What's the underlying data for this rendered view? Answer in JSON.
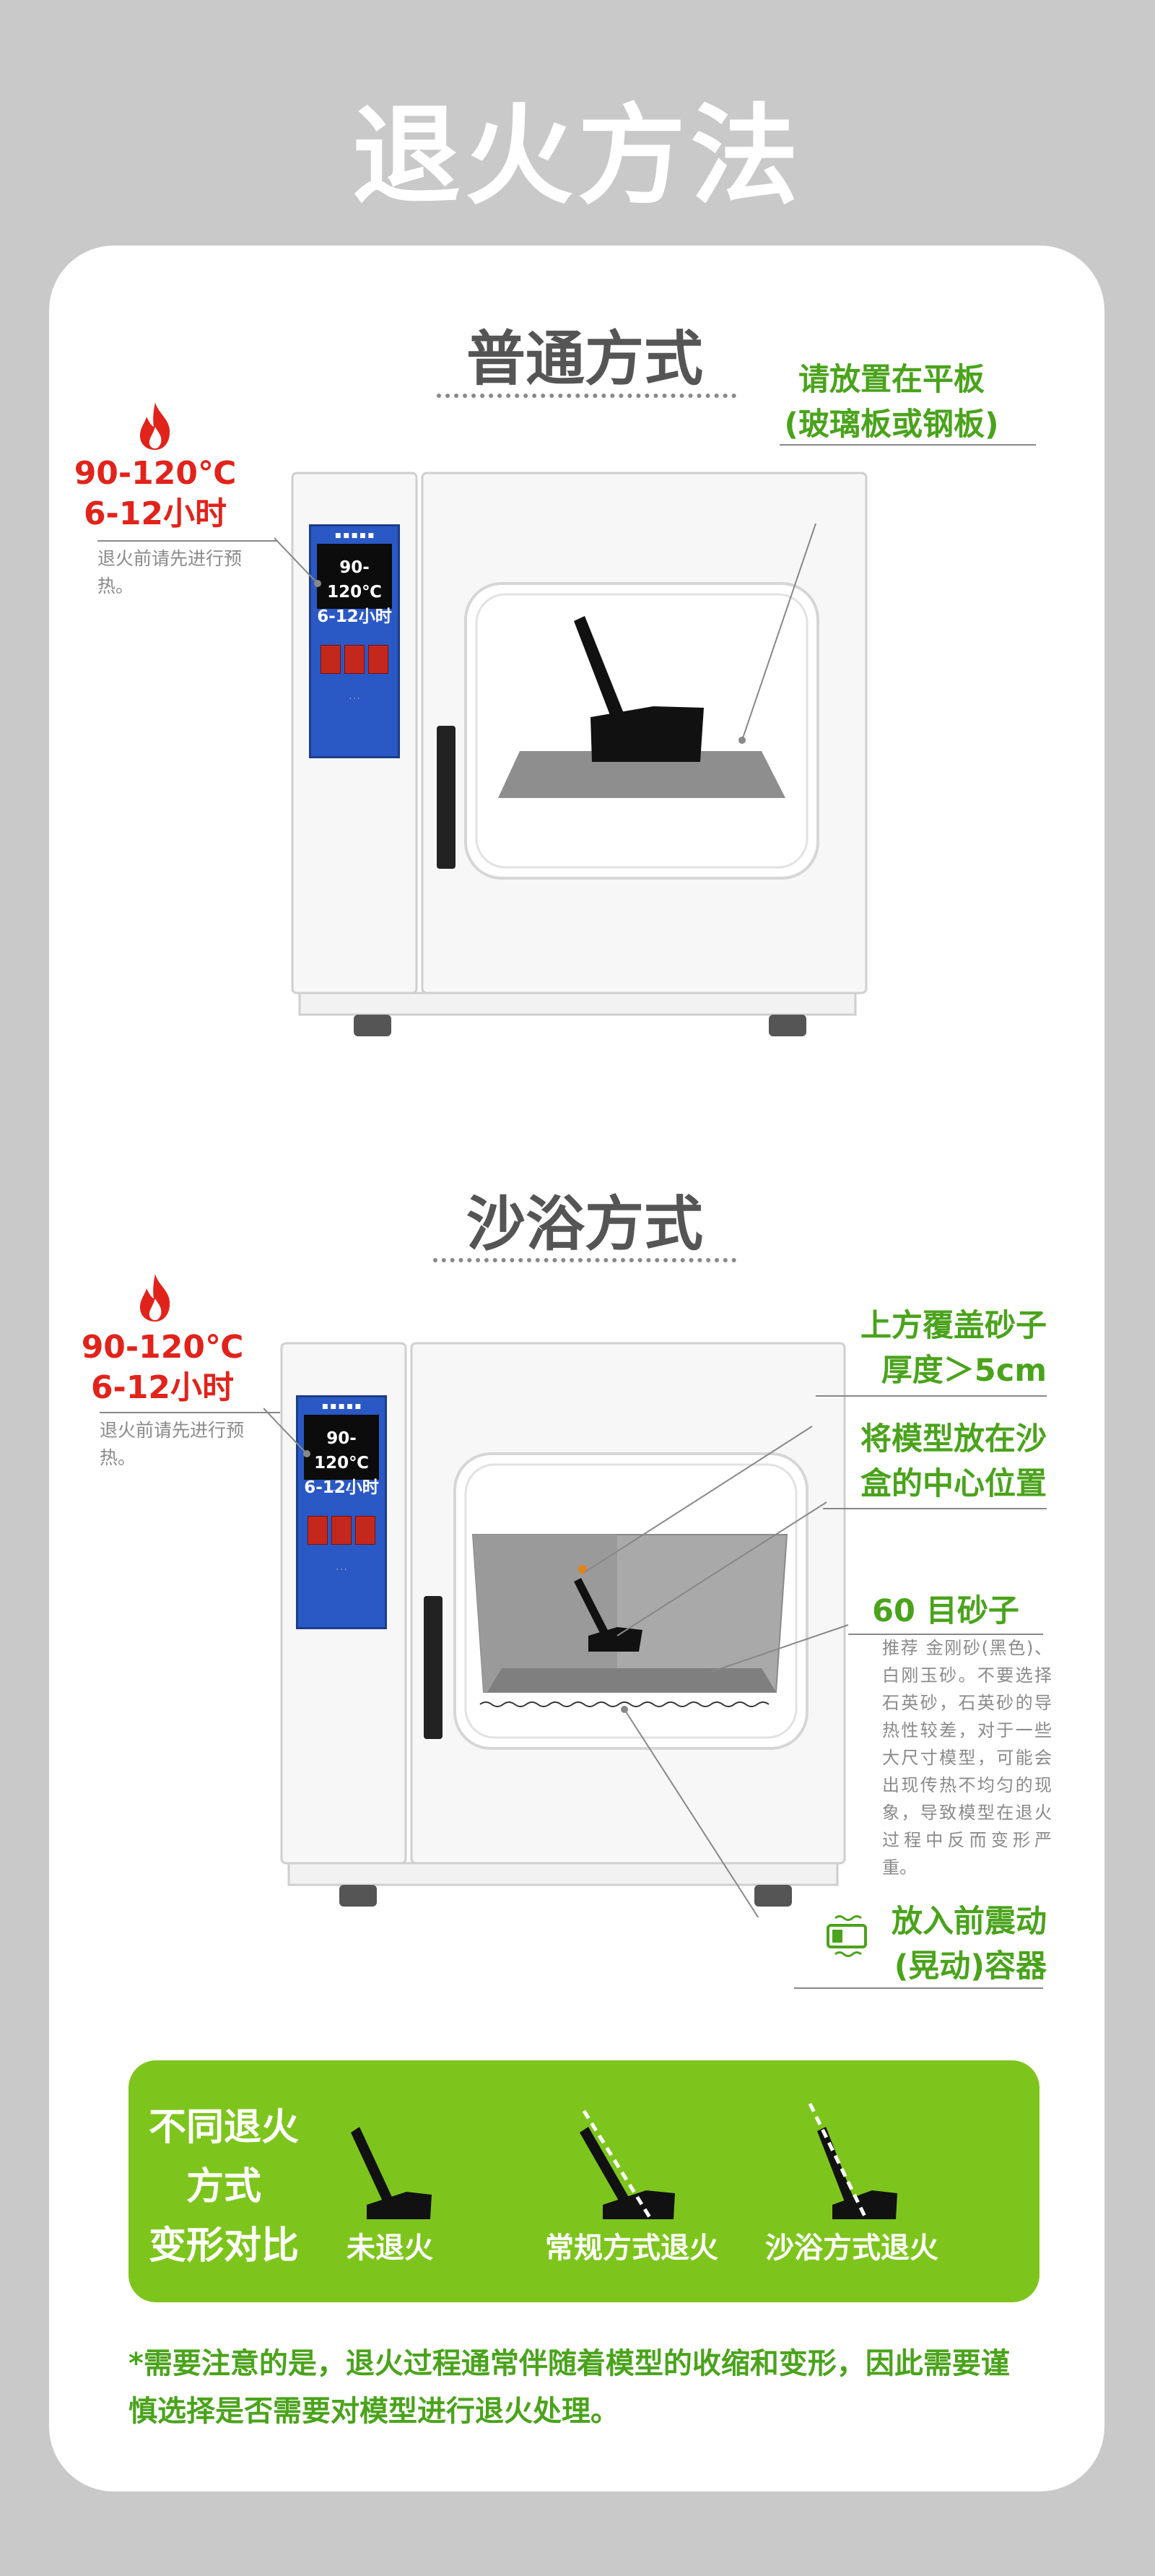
{
  "page_title": "退火方法",
  "colors": {
    "background": "#c9c9c9",
    "card": "#ffffff",
    "accent_green": "#7dc51c",
    "text_green": "#4aa31b",
    "warning_red": "#e1231b",
    "panel_blue": "#2a58c4"
  },
  "section1": {
    "title": "普通方式",
    "temp_icon": "fire-icon",
    "temp": "90-120℃",
    "time": "6-12小时",
    "preheat_note": "退火前请先进行预热。",
    "callout_line1": "请放置在平板",
    "callout_line2": "(玻璃板或钢板)",
    "display_line1": "90-120℃",
    "display_line2": "6-12小时"
  },
  "section2": {
    "title": "沙浴方式",
    "temp_icon": "fire-icon",
    "temp": "90-120℃",
    "time": "6-12小时",
    "preheat_note": "退火前请先进行预热。",
    "display_line1": "90-120℃",
    "display_line2": "6-12小时",
    "callout_cover_line1": "上方覆盖砂子",
    "callout_cover_line2": "厚度＞5cm",
    "callout_center_line1": "将模型放在沙",
    "callout_center_line2": "盒的中心位置",
    "callout_sand_title": "60 目砂子",
    "sand_note": "推荐 金刚砂(黑色)、白刚玉砂。不要选择石英砂，石英砂的导热性较差，对于一些大尺寸模型，可能会出现传热不均匀的现象，导致模型在退火过程中反而变形严重。",
    "vibrate_icon": "vibration-icon",
    "callout_vibrate_line1": "放入前震动",
    "callout_vibrate_line2": "(晃动)容器"
  },
  "compare": {
    "title_line1": "不同退火",
    "title_line2": "方式",
    "title_line3": "变形对比",
    "items": [
      {
        "label": "未退火"
      },
      {
        "label": "常规方式退火"
      },
      {
        "label": "沙浴方式退火"
      }
    ]
  },
  "footnote": "*需要注意的是，退火过程通常伴随着模型的收缩和变形，因此需要谨慎选择是否需要对模型进行退火处理。"
}
